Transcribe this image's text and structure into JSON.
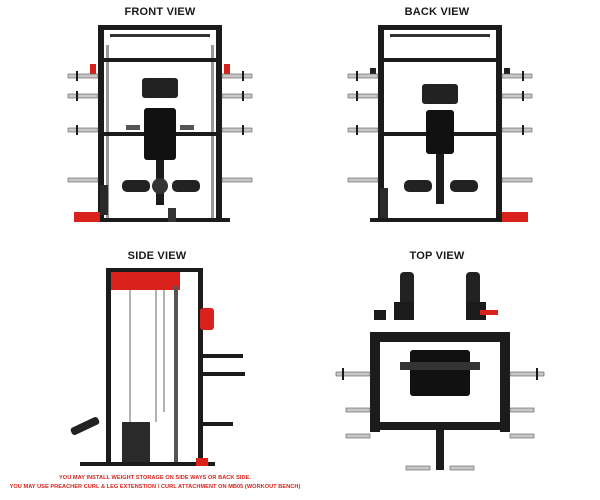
{
  "views": {
    "front": {
      "title": "FRONT VIEW"
    },
    "back": {
      "title": "BACK VIEW"
    },
    "side": {
      "title": "SIDE VIEW"
    },
    "top": {
      "title": "TOP VIEW"
    }
  },
  "notes": [
    "YOU MAY INSTALL WEIGHT STORAGE ON SIDE WAYS OR BACK SIDE.",
    "YOU MAY USE PREACHER CURL & LEG EXTENSTION / CURL ATTACHMENT ON MB05 (WORKOUT BENCH)"
  ],
  "colors": {
    "frame": "#1b1b1b",
    "accent_red": "#d8221b",
    "chrome": "#c8c8c8",
    "note_text": "#d8221b"
  }
}
